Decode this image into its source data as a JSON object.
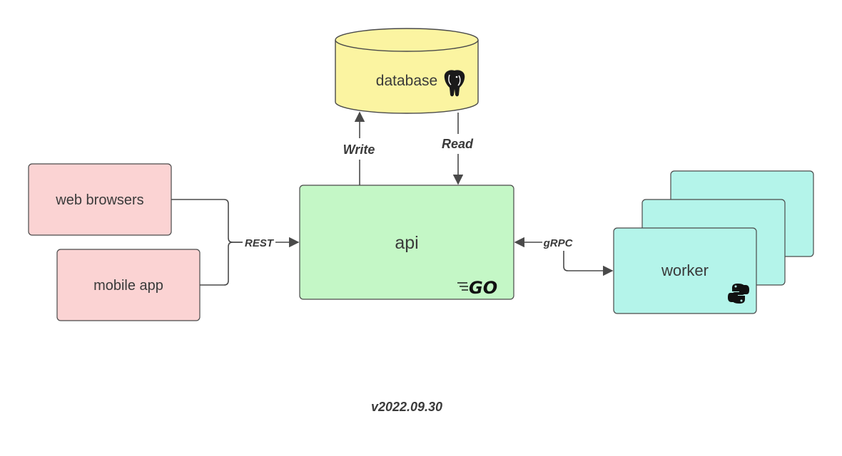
{
  "nodes": {
    "web_browsers": {
      "label": "web browsers",
      "color": "#fbd3d3"
    },
    "mobile_app": {
      "label": "mobile app",
      "color": "#fbd3d3"
    },
    "api": {
      "label": "api",
      "color": "#c4f7c6",
      "logo_text": "GO"
    },
    "database": {
      "label": "database",
      "color": "#fbf4a1"
    },
    "worker": {
      "label": "worker",
      "color": "#b4f4ea"
    }
  },
  "edges": {
    "rest": "REST",
    "grpc": "gRPC",
    "write": "Write",
    "read": "Read"
  },
  "icons": {
    "database": "postgresql-elephant-icon",
    "api": "go-logo-icon",
    "worker": "python-logo-icon"
  },
  "version": "v2022.09.30"
}
